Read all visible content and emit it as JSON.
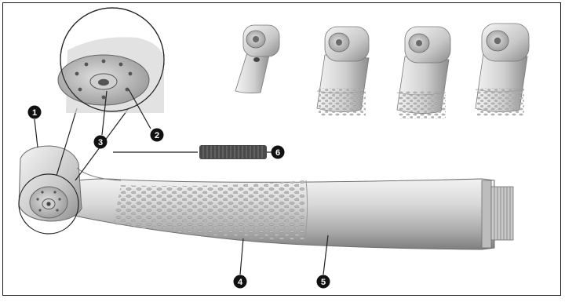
{
  "diagram": {
    "callouts": [
      {
        "id": "c1",
        "label": "1"
      },
      {
        "id": "c2",
        "label": "2"
      },
      {
        "id": "c3",
        "label": "3"
      },
      {
        "id": "c4",
        "label": "4"
      },
      {
        "id": "c5",
        "label": "5"
      },
      {
        "id": "c6",
        "label": "6"
      }
    ],
    "colors": {
      "body_light": "#e6e6e6",
      "body_mid": "#c4c4c4",
      "body_dark": "#8a8a8a",
      "outline": "#555555",
      "callout_fill": "#111111"
    }
  }
}
